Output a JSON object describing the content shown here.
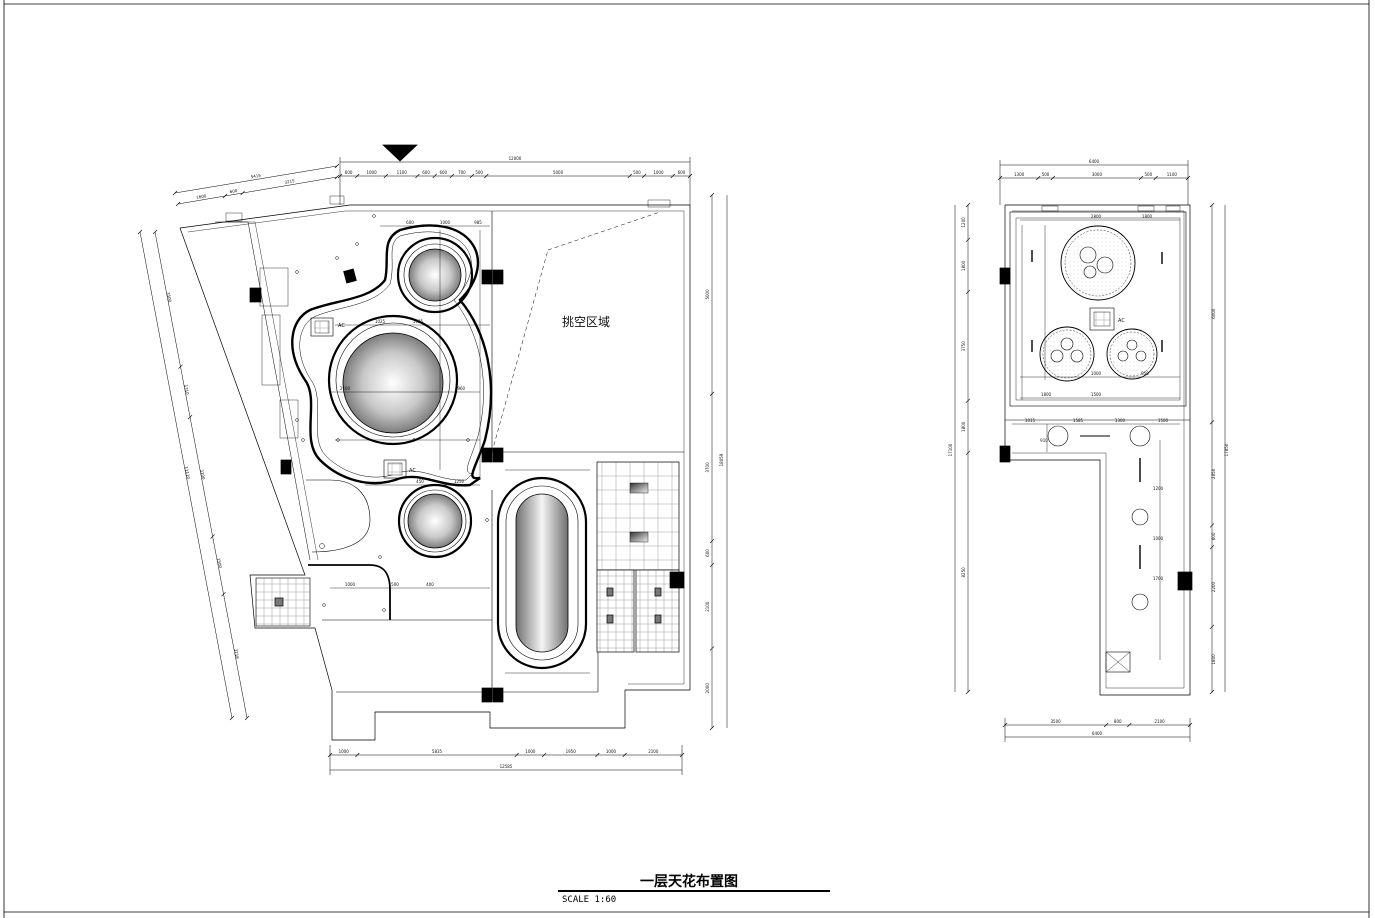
{
  "drawing": {
    "title": "一层天花布置图",
    "scale": "SCALE 1:60",
    "region_label": "挑空区域",
    "ac_label": "AC",
    "left_plan": {
      "top_total": "12000",
      "top_segments": [
        "600",
        "1000",
        "1100",
        "600",
        "600",
        "700",
        "500",
        "5000",
        "500",
        "1000",
        "600"
      ],
      "diag_total": "5415",
      "diag_segments": [
        "1600",
        "600",
        "3215"
      ],
      "bottom_total": "12585",
      "bottom_segments": [
        "1000",
        "5835",
        "1000",
        "1950",
        "1000",
        "2100"
      ],
      "right_total": "18059",
      "right_segments": [
        "5000",
        "3700",
        "600",
        "2100",
        "2000"
      ],
      "left_diag_total": "11110",
      "left_diag_segments": [
        "3500",
        "1310",
        "3100",
        "1500",
        "3218"
      ],
      "inner_dims": [
        "600",
        "1000",
        "985",
        "1025",
        "1025",
        "2100",
        "1960",
        "450",
        "1250",
        "1000",
        "500",
        "400"
      ]
    },
    "right_plan": {
      "top_total": "6400",
      "top_segments": [
        "1300",
        "500",
        "3000",
        "500",
        "1100"
      ],
      "bottom_total": "6400",
      "bottom_segments": [
        "3500",
        "800",
        "2100"
      ],
      "left_total": "17100",
      "left_segments": [
        "1200",
        "1800",
        "3750",
        "1800",
        "8250"
      ],
      "right_total": "17850",
      "right_segments": [
        "6000",
        "2850",
        "600",
        "2200",
        "1800"
      ],
      "inner_dims": [
        "2800",
        "1800",
        "1000",
        "1500",
        "950",
        "1800",
        "1015",
        "1585",
        "1300",
        "1500",
        "1200",
        "1000",
        "1700",
        "910"
      ]
    }
  }
}
